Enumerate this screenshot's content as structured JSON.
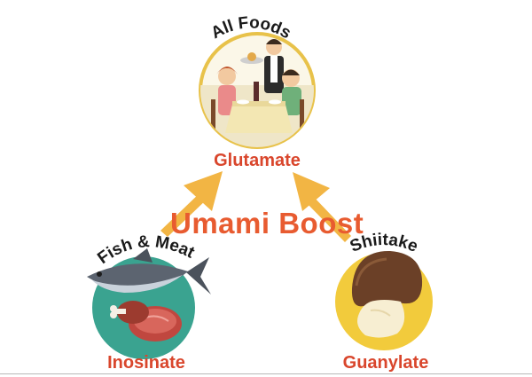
{
  "diagram": {
    "center_label": "Umami Boost",
    "nodes": [
      {
        "id": "top",
        "curved_label": "All Foods",
        "label": "Glutamate"
      },
      {
        "id": "left",
        "curved_label": "Fish & Meat",
        "label": "Inosinate"
      },
      {
        "id": "right",
        "curved_label": "Shiitake",
        "label": "Guanylate"
      }
    ]
  },
  "icons": {
    "top": "restaurant-dining-scene-icon",
    "left": "tuna-fish-and-meat-icon",
    "right": "shiitake-mushroom-icon"
  },
  "colors": {
    "accent": "#e85b30",
    "label": "#d9462c",
    "arrow": "#f2b544",
    "left_circle": "#3aa390",
    "right_circle": "#f2cb3c",
    "top_circle": "#fbf7e8"
  }
}
